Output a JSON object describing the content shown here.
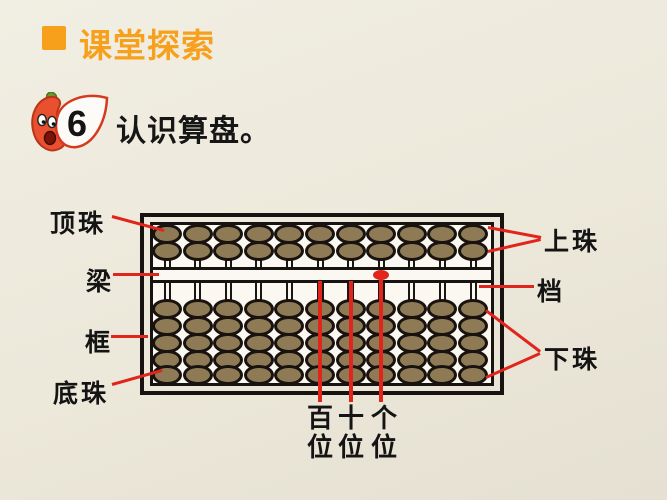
{
  "header": {
    "section_title": "课堂探索"
  },
  "exercise": {
    "number": "6",
    "title": "认识算盘。",
    "mascot": "pepper-cartoon"
  },
  "abacus": {
    "rods": 11,
    "upper_beads_per_rod": 2,
    "lower_beads_per_rod": 5,
    "unit_rod_index": 8,
    "marked_rods": [
      6,
      7,
      8
    ]
  },
  "labels": {
    "top_bead": "顶珠",
    "beam": "梁",
    "frame": "框",
    "bottom_bead": "底珠",
    "upper_bead": "上珠",
    "rod": "档",
    "lower_bead": "下珠",
    "hundreds": "百位",
    "tens": "十位",
    "ones": "个位"
  },
  "colors": {
    "accent_orange": "#F7A01B",
    "annotation_red": "#E1251C",
    "bead_fill": "#8E7A55",
    "bead_outline": "#191310",
    "frame_black": "#161310",
    "interior_white": "#FAF8F1",
    "background_beige": "#ECE8DA"
  }
}
